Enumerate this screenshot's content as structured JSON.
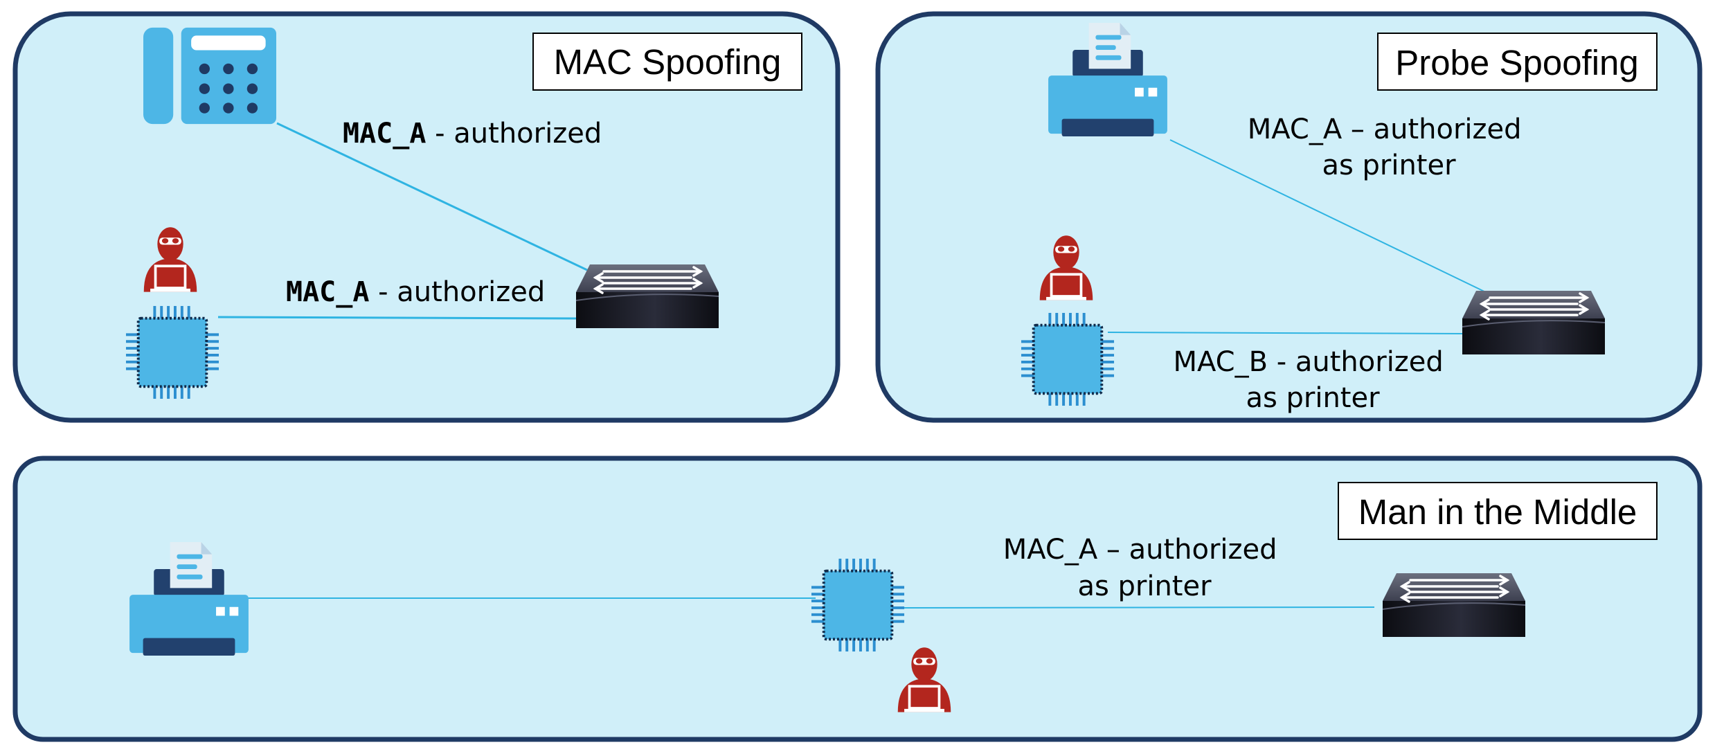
{
  "panels": {
    "mac_spoofing": {
      "title": "MAC Spoofing",
      "label_top_mac": "MAC_A",
      "label_top_rest": " - authorized",
      "label_bottom_mac": "MAC_A",
      "label_bottom_rest": " - authorized"
    },
    "probe_spoofing": {
      "title": "Probe Spoofing",
      "label_top_line1": "MAC_A – authorized",
      "label_top_line2": "as printer",
      "label_bottom_line1": "MAC_B - authorized",
      "label_bottom_line2": "as printer"
    },
    "man_in_the_middle": {
      "title": "Man in the Middle",
      "label_line1": "MAC_A – authorized",
      "label_line2": "as printer"
    }
  },
  "colors": {
    "panel_fill": "#d0eff9",
    "panel_border": "#1f3a64",
    "link": "#2fb4e2",
    "device_blue": "#4db6e6",
    "device_navy": "#22416e",
    "hacker_red": "#b3261e",
    "switch_dark": "#1b1c26"
  },
  "icons": {
    "phone": "ip-phone-icon",
    "printer": "printer-icon",
    "chip": "chip-icon",
    "hacker": "hacker-icon",
    "switch": "network-switch-icon"
  }
}
